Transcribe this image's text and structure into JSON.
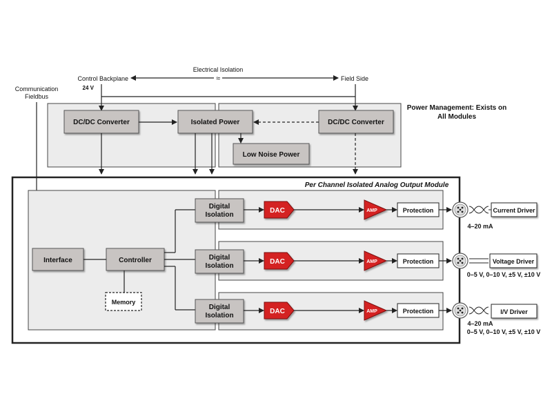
{
  "top": {
    "electrical_isolation": "Electrical Isolation",
    "control_backplane": "Control Backplane",
    "voltage_24": "24 V",
    "field_side": "Field Side",
    "communication": "Communication",
    "fieldbus": "Fieldbus"
  },
  "power": {
    "title_line1": "Power Management: Exists on",
    "title_line2": "All Modules",
    "dcdc_left": "DC/DC Converter",
    "isolated_power": "Isolated Power",
    "dcdc_right": "DC/DC Converter",
    "low_noise": "Low Noise Power"
  },
  "module": {
    "title": "Per Channel Isolated Analog Output Module",
    "interface": "Interface",
    "controller": "Controller",
    "memory": "Memory"
  },
  "channels": [
    {
      "iso_line1": "Digital",
      "iso_line2": "Isolation",
      "dac": "DAC",
      "amp": "AMP",
      "protection": "Protection",
      "driver": "Current Driver",
      "note1": "4–20 mA",
      "note2": ""
    },
    {
      "iso_line1": "Digital",
      "iso_line2": "Isolation",
      "dac": "DAC",
      "amp": "AMP",
      "protection": "Protection",
      "driver": "Voltage Driver",
      "note1": "0–5 V,  0–10 V,  ±5 V,  ±10 V",
      "note2": ""
    },
    {
      "iso_line1": "Digital",
      "iso_line2": "Isolation",
      "dac": "DAC",
      "amp": "AMP",
      "protection": "Protection",
      "driver": "I/V Driver",
      "note1": "4–20 mA",
      "note2": "0–5 V,  0–10 V,  ±5 V,  ±10 V"
    }
  ],
  "colors": {
    "panel": "#ececec",
    "block": "#c8c4c2",
    "red": "#d42020",
    "line": "#222222"
  }
}
